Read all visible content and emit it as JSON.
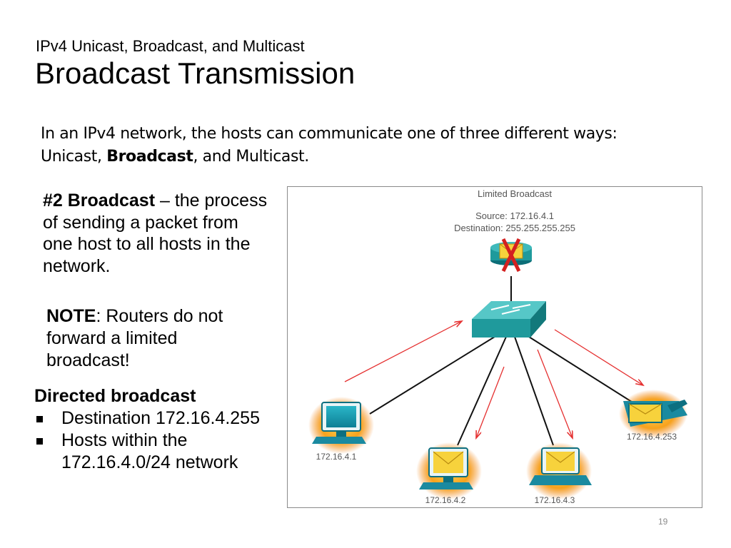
{
  "header": {
    "subtitle": "IPv4 Unicast, Broadcast, and Multicast",
    "title": "Broadcast Transmission"
  },
  "intro": {
    "line1": "In an IPv4 network, the hosts can communicate one of three different ways:",
    "unicast": "Unicast, ",
    "broadcast": "Broadcast",
    "rest": ", and Multicast."
  },
  "definition": {
    "term": "#2 Broadcast",
    "text": " – the process of sending a packet from one host to all hosts in the network."
  },
  "note": {
    "label": "NOTE",
    "text": ": Routers do not forward a limited broadcast!"
  },
  "directed": {
    "heading": "Directed broadcast",
    "bullets": [
      "Destination 172.16.4.255",
      "Hosts within the 172.16.4.0/24 network"
    ]
  },
  "figure": {
    "title": "Limited Broadcast",
    "source": "Source: 172.16.4.1",
    "destination": "Destination: 255.255.255.255",
    "hosts": [
      "172.16.4.1",
      "172.16.4.2",
      "172.16.4.3",
      "172.16.4.253"
    ],
    "colors": {
      "arrow": "#e53030",
      "switch": "#1f9a9c",
      "host_glow": "#f08a14",
      "router_x": "#d42020",
      "label": "#555555"
    }
  },
  "page_number": "19"
}
